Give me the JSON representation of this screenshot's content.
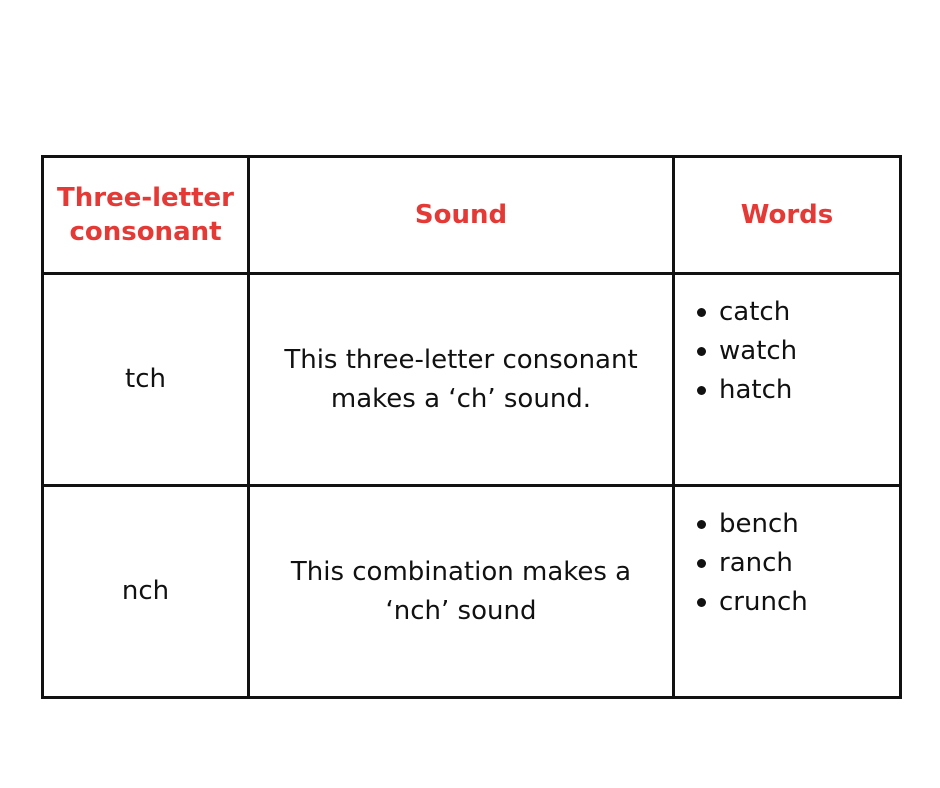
{
  "table": {
    "headers": [
      "Three-letter consonant",
      "Sound",
      "Words"
    ],
    "rows": [
      {
        "consonant": "tch",
        "sound": "This three-letter consonant makes a ‘ch’ sound.",
        "words": [
          "catch",
          "watch",
          "hatch"
        ]
      },
      {
        "consonant": "nch",
        "sound": "This combination makes a ‘nch’ sound",
        "words": [
          "bench",
          "ranch",
          "crunch"
        ]
      }
    ]
  },
  "colors": {
    "header_text": "#e53935",
    "border": "#111111",
    "body_text": "#111111"
  }
}
